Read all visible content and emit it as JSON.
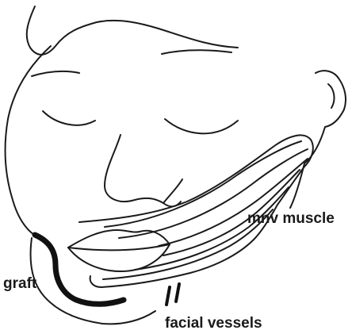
{
  "labels": {
    "muscle": "mnv muscle",
    "graft": "graft",
    "vessels": "facial vessels"
  },
  "colors": {
    "line": "#1a1a1a",
    "background": "#ffffff"
  }
}
